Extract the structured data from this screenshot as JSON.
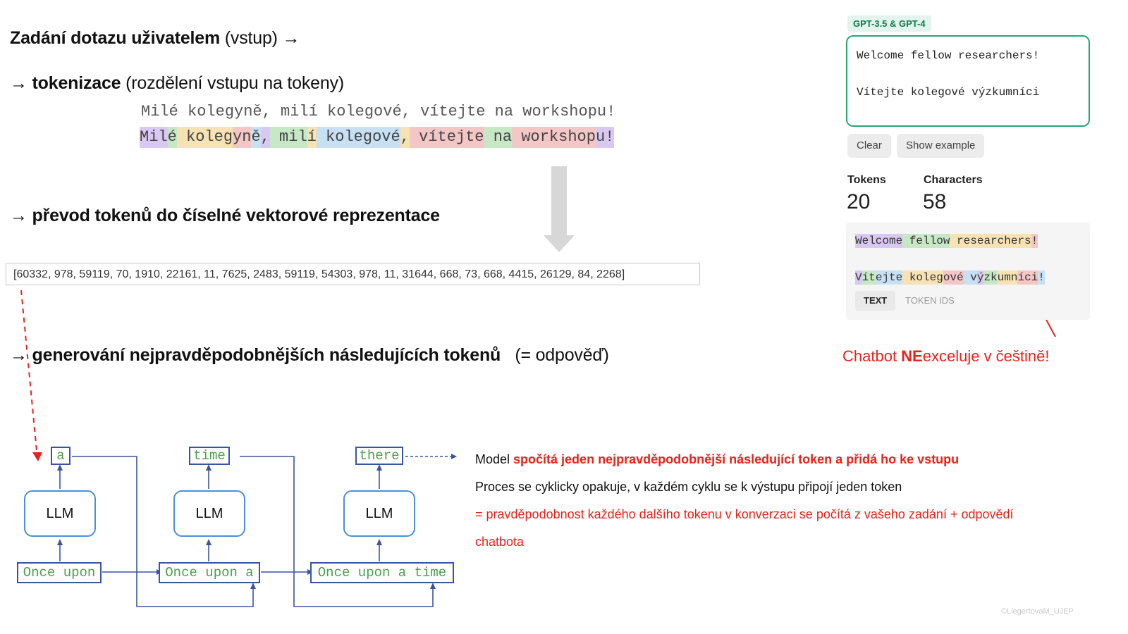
{
  "steps": {
    "s1": {
      "bold": "Zadání dotazu uživatelem",
      "rest": " (vstup) →"
    },
    "s2": {
      "arrow": "→ ",
      "bold": "tokenizace",
      "rest": " (rozdělení vstupu na tokeny)"
    },
    "s3": {
      "arrow": "→ ",
      "bold": "převod tokenů do číselné vektorové reprezentace",
      "rest": ""
    },
    "s4": {
      "arrow": "→ ",
      "bold": "generování nejpravděpodobnějších následujících tokenů",
      "rest": "   (= odpověď)"
    }
  },
  "sentence": "Milé kolegyně, milí kolegové, vítejte na workshopu!",
  "sentence_tokens": [
    {
      "t": "Mil",
      "color": "#d9c8f2"
    },
    {
      "t": "é",
      "color": "#c7e8c5"
    },
    {
      "t": " koleg",
      "color": "#f7e2b3"
    },
    {
      "t": "yn",
      "color": "#f4c6c6"
    },
    {
      "t": "ě",
      "color": "#c7e0f4"
    },
    {
      "t": ",",
      "color": "#d9c8f2"
    },
    {
      "t": " mil",
      "color": "#c7e8c5"
    },
    {
      "t": "í",
      "color": "#f7e2b3"
    },
    {
      "t": " kolegové",
      "color": "#c7e0f4"
    },
    {
      "t": ",",
      "color": "#f7e2b3"
    },
    {
      "t": " vítejte",
      "color": "#f4c6c6"
    },
    {
      "t": " na",
      "color": "#c7e8c5"
    },
    {
      "t": " workshop",
      "color": "#f4c6c6"
    },
    {
      "t": "u!",
      "color": "#d9c8f2"
    }
  ],
  "token_ids": "[60332, 978, 59119, 70, 1910, 22161, 11, 7625, 2483, 59119, 54303, 978, 11, 31644, 668, 73, 668, 4415, 26129, 84, 2268]",
  "tokenizer": {
    "badge": "GPT-3.5 & GPT-4",
    "input_line1": "Welcome fellow researchers!",
    "input_line2": "Vítejte kolegové výzkumníci",
    "clear_label": "Clear",
    "example_label": "Show example",
    "tokens_label": "Tokens",
    "tokens_value": "20",
    "chars_label": "Characters",
    "chars_value": "58",
    "out1": [
      {
        "t": "Welcome",
        "color": "#d9c8f2"
      },
      {
        "t": " fellow",
        "color": "#c7e8c5"
      },
      {
        "t": " researchers",
        "color": "#f7e2b3"
      },
      {
        "t": "!",
        "color": "#f4c6c6"
      }
    ],
    "out2": [
      {
        "t": "V",
        "color": "#d9c8f2"
      },
      {
        "t": "ít",
        "color": "#c7e8c5"
      },
      {
        "t": "ejte",
        "color": "#c7e0f4"
      },
      {
        "t": " koleg",
        "color": "#f7e2b3"
      },
      {
        "t": "ové",
        "color": "#f4c6c6"
      },
      {
        "t": " v",
        "color": "#c7e0f4"
      },
      {
        "t": "ý",
        "color": "#d9c8f2"
      },
      {
        "t": "zk",
        "color": "#c7e8c5"
      },
      {
        "t": "umn",
        "color": "#f7e2b3"
      },
      {
        "t": "íci",
        "color": "#f4c6c6"
      },
      {
        "t": "!",
        "color": "#c7e0f4"
      }
    ],
    "tab_text": "TEXT",
    "tab_ids": "TOKEN IDS"
  },
  "chatbot_note": {
    "pre": "Chatbot ",
    "bold": "NE",
    "post": "exceluje v češtině!"
  },
  "diagram": {
    "llm_label": "LLM",
    "out_tokens": [
      "a",
      "time",
      "there"
    ],
    "inputs": [
      "Once upon",
      "Once upon a",
      "Once upon a time"
    ]
  },
  "explanation": {
    "l1_pre": "Model ",
    "l1_bold": "spočítá jeden nejpravděpodobnější následující token a přidá ho ke vstupu",
    "l2": "Proces se cyklicky opakuje, v každém cyklu se k výstupu připojí jeden token",
    "l3": "= pravděpodobnost každého dalšího tokenu v konverzaci se počítá z vašeho zadání + odpovědí",
    "l4": "chatbota"
  },
  "credit": "©LiegertovaM_UJEP",
  "colors": {
    "accent_green": "#27a673",
    "red": "#e8231a",
    "diagram_blue": "#3a55a0",
    "llm_border": "#4a8fd9",
    "token_green": "#4aa04a"
  }
}
